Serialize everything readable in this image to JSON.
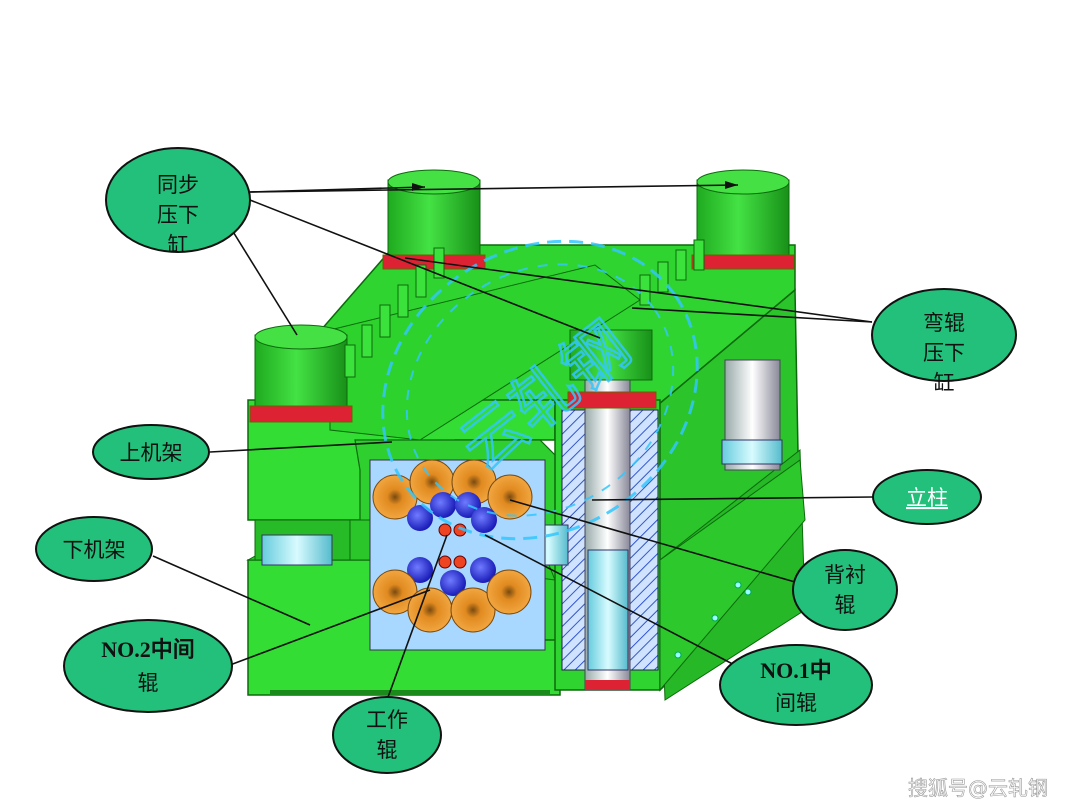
{
  "labels": {
    "sync_cylinder": [
      "同步",
      "压下",
      "缸"
    ],
    "bend_cylinder": [
      "弯辊",
      "压下",
      "缸"
    ],
    "upper_frame": "上机架",
    "lower_frame": "下机架",
    "column": "立柱",
    "backup_roll": [
      "背衬",
      "辊"
    ],
    "no2_mid_roll": [
      "NO.2中间",
      "辊"
    ],
    "no1_mid_roll": [
      "NO.1中",
      "间辊"
    ],
    "work_roll": [
      "工作",
      "辊"
    ],
    "stamp_text": "云轧钢"
  },
  "watermark": "搜狐号@云轧钢",
  "colors": {
    "frame_green": "#33dd33",
    "frame_dark": "#1faa1f",
    "callout_fill": "#22c07a",
    "callout_stroke": "#111111",
    "backup_roll": "#f0a030",
    "mid_roll": "#1e22cc",
    "work_roll": "#ee4422",
    "accent_red": "#dd2233",
    "cylinder_blue": "#8fe6f2",
    "hatch_blue": "#3355cc"
  }
}
